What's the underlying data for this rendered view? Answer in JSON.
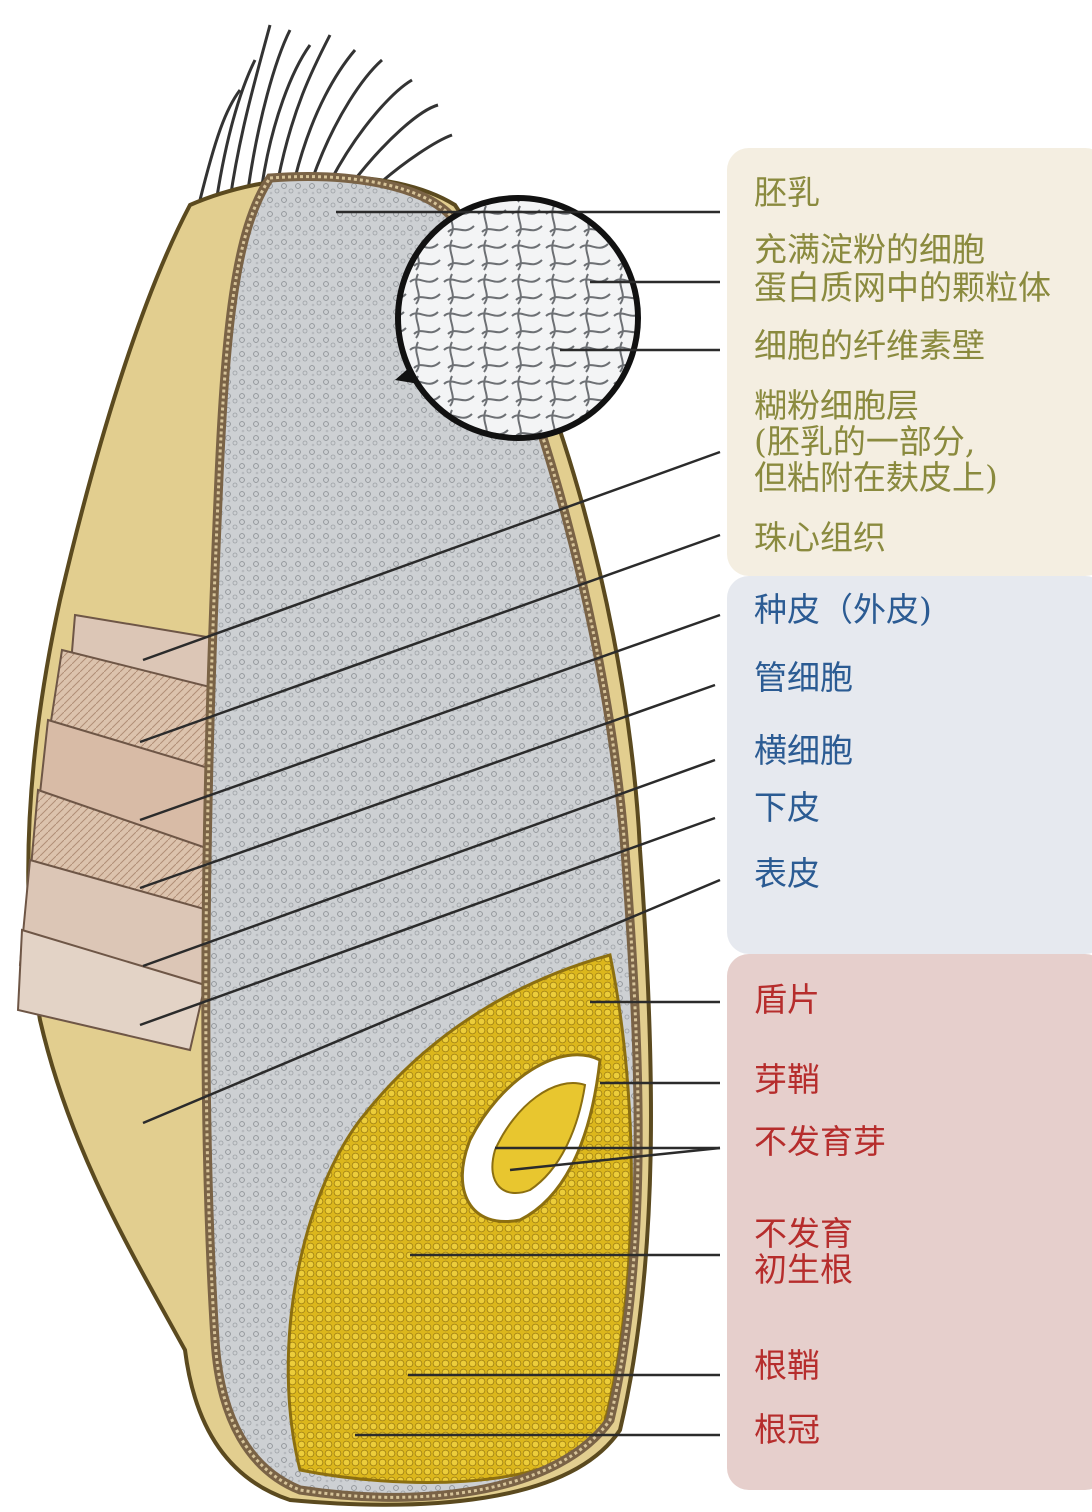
{
  "colors": {
    "endosperm_text": "#8a8a3e",
    "seedcoat_text": "#2b5b93",
    "embryo_text": "#b62d2c",
    "endosperm_panel": "#f4eee1",
    "seedcoat_panel": "#e6e9ef",
    "embryo_panel": "#e6cfcc",
    "leader_line": "#2b2b2b",
    "husk": "#e2ce8f",
    "endosperm_fill": "#c9cbcf",
    "embryo_fill": "#d9b421"
  },
  "groups": {
    "endosperm": {
      "labels": [
        "胚乳",
        "充满淀粉的细胞",
        "蛋白质网中的颗粒体",
        "细胞的纤维素壁",
        "糊粉细胞层\n(胚乳的一部分,\n但粘附在麸皮上)",
        "珠心组织"
      ]
    },
    "seed_coat": {
      "labels": [
        "种皮（外皮)",
        "管细胞",
        "横细胞",
        "下皮",
        "表皮"
      ]
    },
    "embryo": {
      "labels": [
        "盾片",
        "芽鞘",
        "不发育芽",
        "不发育\n初生根",
        "根鞘",
        "根冠"
      ]
    }
  },
  "icons": {
    "grain": "wheat-kernel-cross-section",
    "magnifier": "magnified-cell-circle"
  }
}
